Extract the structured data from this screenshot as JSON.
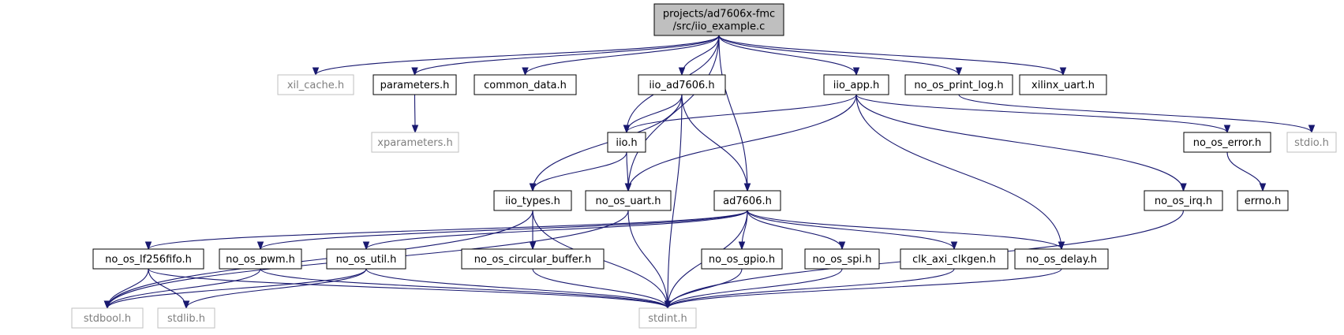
{
  "graph": {
    "nodes": [
      {
        "id": "root",
        "lines": [
          "projects/ad7606x-fmc",
          "/src/iio_example.c"
        ],
        "kind": "root"
      },
      {
        "id": "xil_cache",
        "lines": [
          "xil_cache.h"
        ],
        "kind": "ext"
      },
      {
        "id": "parameters",
        "lines": [
          "parameters.h"
        ],
        "kind": "doc"
      },
      {
        "id": "xparameters",
        "lines": [
          "xparameters.h"
        ],
        "kind": "ext"
      },
      {
        "id": "common_data",
        "lines": [
          "common_data.h"
        ],
        "kind": "doc"
      },
      {
        "id": "iio_ad7606",
        "lines": [
          "iio_ad7606.h"
        ],
        "kind": "doc"
      },
      {
        "id": "iio_app",
        "lines": [
          "iio_app.h"
        ],
        "kind": "doc"
      },
      {
        "id": "no_os_print_log",
        "lines": [
          "no_os_print_log.h"
        ],
        "kind": "doc"
      },
      {
        "id": "xilinx_uart",
        "lines": [
          "xilinx_uart.h"
        ],
        "kind": "doc"
      },
      {
        "id": "iio",
        "lines": [
          "iio.h"
        ],
        "kind": "doc"
      },
      {
        "id": "no_os_error",
        "lines": [
          "no_os_error.h"
        ],
        "kind": "doc"
      },
      {
        "id": "stdio",
        "lines": [
          "stdio.h"
        ],
        "kind": "ext"
      },
      {
        "id": "errno",
        "lines": [
          "errno.h"
        ],
        "kind": "doc"
      },
      {
        "id": "iio_types",
        "lines": [
          "iio_types.h"
        ],
        "kind": "doc"
      },
      {
        "id": "no_os_uart",
        "lines": [
          "no_os_uart.h"
        ],
        "kind": "doc"
      },
      {
        "id": "ad7606",
        "lines": [
          "ad7606.h"
        ],
        "kind": "doc"
      },
      {
        "id": "no_os_irq",
        "lines": [
          "no_os_irq.h"
        ],
        "kind": "doc"
      },
      {
        "id": "no_os_lf256fifo",
        "lines": [
          "no_os_lf256fifo.h"
        ],
        "kind": "doc"
      },
      {
        "id": "no_os_pwm",
        "lines": [
          "no_os_pwm.h"
        ],
        "kind": "doc"
      },
      {
        "id": "no_os_util",
        "lines": [
          "no_os_util.h"
        ],
        "kind": "doc"
      },
      {
        "id": "no_os_circular_buffer",
        "lines": [
          "no_os_circular_buffer.h"
        ],
        "kind": "doc"
      },
      {
        "id": "no_os_gpio",
        "lines": [
          "no_os_gpio.h"
        ],
        "kind": "doc"
      },
      {
        "id": "no_os_spi",
        "lines": [
          "no_os_spi.h"
        ],
        "kind": "doc"
      },
      {
        "id": "clk_axi_clkgen",
        "lines": [
          "clk_axi_clkgen.h"
        ],
        "kind": "doc"
      },
      {
        "id": "no_os_delay",
        "lines": [
          "no_os_delay.h"
        ],
        "kind": "doc"
      },
      {
        "id": "stdbool",
        "lines": [
          "stdbool.h"
        ],
        "kind": "ext"
      },
      {
        "id": "stdlib",
        "lines": [
          "stdlib.h"
        ],
        "kind": "ext"
      },
      {
        "id": "stdint",
        "lines": [
          "stdint.h"
        ],
        "kind": "ext"
      }
    ],
    "edges": [
      [
        "root",
        "xil_cache"
      ],
      [
        "root",
        "parameters"
      ],
      [
        "root",
        "common_data"
      ],
      [
        "root",
        "iio_ad7606"
      ],
      [
        "root",
        "iio"
      ],
      [
        "root",
        "no_os_uart"
      ],
      [
        "root",
        "ad7606"
      ],
      [
        "root",
        "iio_app"
      ],
      [
        "root",
        "no_os_print_log"
      ],
      [
        "root",
        "xilinx_uart"
      ],
      [
        "parameters",
        "xparameters"
      ],
      [
        "iio_ad7606",
        "iio"
      ],
      [
        "iio_ad7606",
        "iio_types"
      ],
      [
        "iio_ad7606",
        "ad7606"
      ],
      [
        "iio_ad7606",
        "stdint"
      ],
      [
        "iio_app",
        "iio"
      ],
      [
        "iio_app",
        "no_os_uart"
      ],
      [
        "iio_app",
        "no_os_error"
      ],
      [
        "iio_app",
        "no_os_irq"
      ],
      [
        "iio_app",
        "no_os_delay"
      ],
      [
        "no_os_print_log",
        "stdio"
      ],
      [
        "iio",
        "iio_types"
      ],
      [
        "iio",
        "no_os_uart"
      ],
      [
        "no_os_error",
        "errno"
      ],
      [
        "iio_types",
        "stdbool"
      ],
      [
        "iio_types",
        "no_os_circular_buffer"
      ],
      [
        "iio_types",
        "stdint"
      ],
      [
        "no_os_uart",
        "stdint"
      ],
      [
        "no_os_uart",
        "stdbool"
      ],
      [
        "ad7606",
        "no_os_lf256fifo"
      ],
      [
        "ad7606",
        "no_os_pwm"
      ],
      [
        "ad7606",
        "no_os_util"
      ],
      [
        "ad7606",
        "no_os_gpio"
      ],
      [
        "ad7606",
        "no_os_spi"
      ],
      [
        "ad7606",
        "clk_axi_clkgen"
      ],
      [
        "ad7606",
        "no_os_delay"
      ],
      [
        "ad7606",
        "stdint"
      ],
      [
        "no_os_irq",
        "stdint"
      ],
      [
        "no_os_lf256fifo",
        "stdbool"
      ],
      [
        "no_os_lf256fifo",
        "stdlib"
      ],
      [
        "no_os_lf256fifo",
        "stdint"
      ],
      [
        "no_os_pwm",
        "stdbool"
      ],
      [
        "no_os_pwm",
        "stdint"
      ],
      [
        "no_os_util",
        "stdbool"
      ],
      [
        "no_os_util",
        "stdlib"
      ],
      [
        "no_os_util",
        "stdint"
      ],
      [
        "no_os_circular_buffer",
        "stdint"
      ],
      [
        "no_os_gpio",
        "stdint"
      ],
      [
        "no_os_spi",
        "stdint"
      ],
      [
        "clk_axi_clkgen",
        "stdint"
      ],
      [
        "no_os_delay",
        "stdint"
      ]
    ]
  },
  "colors": {
    "edge": "#191970",
    "root_fill": "#bfbfbf",
    "external_border": "#bfbfbf",
    "external_text": "#7f7f7f",
    "border": "#000000"
  }
}
